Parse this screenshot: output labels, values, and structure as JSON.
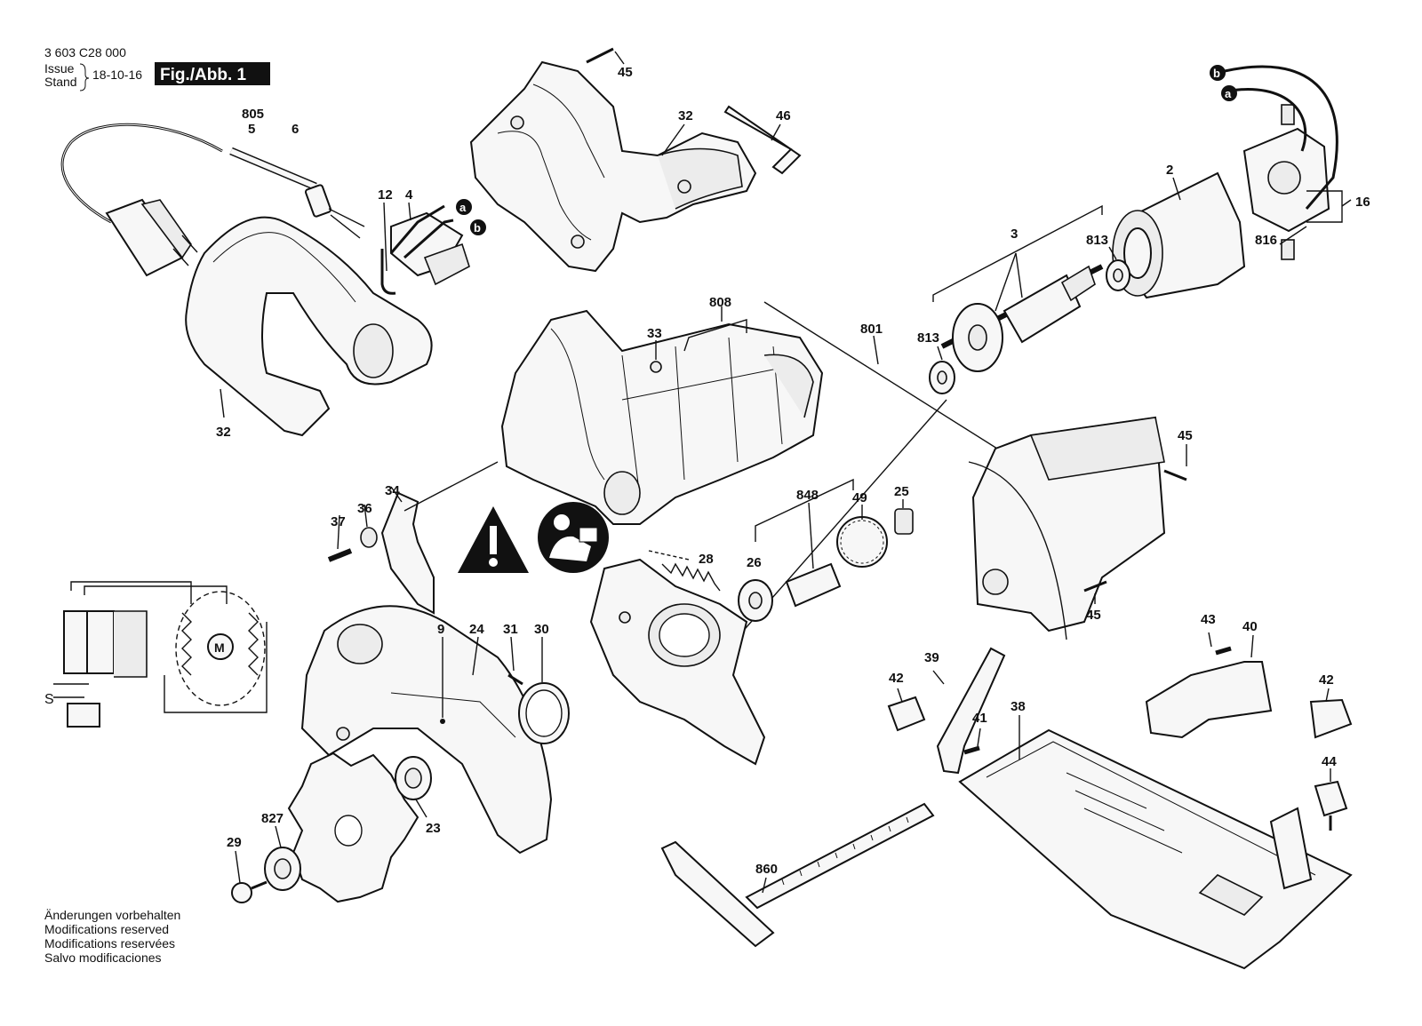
{
  "header": {
    "doc_number": "3 603 C28 000",
    "issue_label": "Issue",
    "stand_label": "Stand",
    "issue_date": "18-10-16",
    "figure_label": "Fig./Abb. 1"
  },
  "notes": {
    "de": "Änderungen vorbehalten",
    "en": "Modifications reserved",
    "fr": "Modifications reservées",
    "es": "Salvo modificaciones"
  },
  "wire_markers": {
    "a": "a",
    "b": "b"
  },
  "wiring_symbols": {
    "motor": "M",
    "signal": "S"
  },
  "part_labels": {
    "p805": "805",
    "p5": "5",
    "p6": "6",
    "p12": "12",
    "p4": "4",
    "p45a": "45",
    "p32a": "32",
    "p46": "46",
    "p2": "2",
    "p16": "16",
    "p816": "816",
    "p3": "3",
    "p813a": "813",
    "p813b": "813",
    "p32b": "32",
    "p808": "808",
    "p33": "33",
    "p801": "801",
    "p45b": "45",
    "p45c": "45",
    "p848": "848",
    "p49": "49",
    "p25": "25",
    "p26": "26",
    "p28": "28",
    "p37": "37",
    "p36": "36",
    "p34": "34",
    "p9": "9",
    "p24": "24",
    "p31": "31",
    "p30": "30",
    "p43": "43",
    "p40": "40",
    "p42a": "42",
    "p42b": "42",
    "p39": "39",
    "p41": "41",
    "p38": "38",
    "p44": "44",
    "p23": "23",
    "p29": "29",
    "p827": "827",
    "p860": "860"
  },
  "colors": {
    "ink": "#111111",
    "label_bg": "#111111",
    "label_text": "#ffffff",
    "paper": "#ffffff"
  }
}
